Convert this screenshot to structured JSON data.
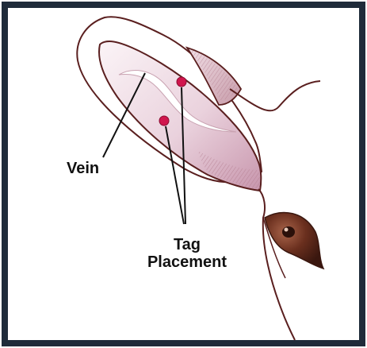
{
  "labels": {
    "vein": "Vein",
    "tag_line1": "Tag",
    "tag_line2": "Placement"
  },
  "colors": {
    "frame": "#1f2b3a",
    "outline": "#5a1f1f",
    "ear_fill": "#f6eaf0",
    "ear_shade": "#caa3b3",
    "vein_highlight": "#ffffff",
    "tag_dot": "#d0164d",
    "eye_dark": "#4a2418",
    "eye_mid": "#7a3b24"
  },
  "diagram": {
    "subject": "ear-tag-placement",
    "tag_marks": 2
  }
}
